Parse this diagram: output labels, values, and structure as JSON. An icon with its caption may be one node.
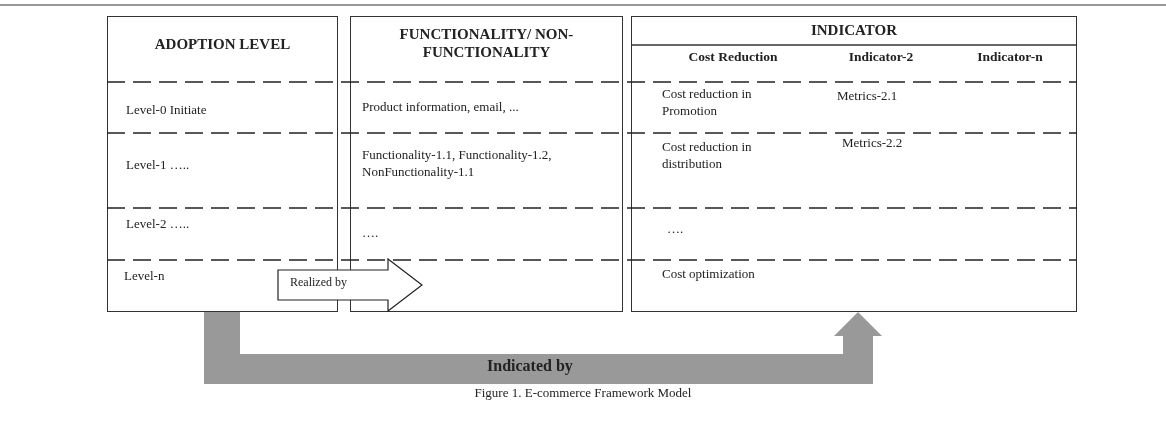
{
  "diagram": {
    "caption": "Figure 1. E-commerce Framework Model",
    "nodes": [
      {
        "text": [
          "ADOPTION LEVEL"
        ]
      },
      {
        "text": [
          "FUNCTIONALITY/ NON-FUNCTIONALITY"
        ]
      },
      {
        "text": [
          "INDICATOR"
        ]
      }
    ],
    "edges": [
      {
        "from": 0,
        "to": 1,
        "arrow": "to",
        "label": "Realized by",
        "style": "thick"
      },
      {
        "from": 0,
        "to": 2,
        "arrow": "to",
        "label": "Indicated by",
        "style": "thick",
        "color": "#999999"
      }
    ],
    "labels": [
      "Cost Reduction",
      "Indicator-2",
      "Indicator-n",
      "Level-0 Initiate",
      "Product information, email, ...",
      "Cost reduction in Promotion",
      "Metrics-2.1",
      "Level-1 …..",
      "Functionality-1.1, Functionality-1.2, NonFunctionality-1.1",
      "Cost reduction in distribution",
      "Metrics-2.2",
      "Level-2 …..",
      "….",
      "….",
      "Level-n",
      "Cost optimization"
    ]
  }
}
